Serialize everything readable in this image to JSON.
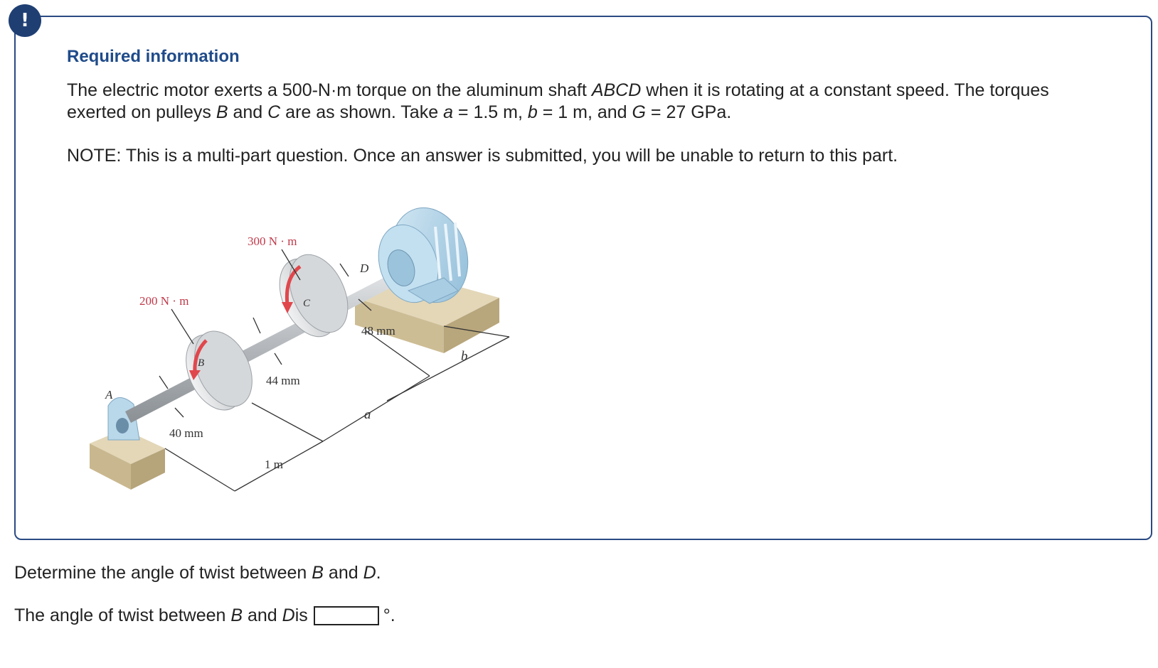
{
  "alert": {
    "icon": "exclamation-icon",
    "symbol": "!",
    "color": "#1f3f73"
  },
  "panel": {
    "heading": "Required information",
    "p1": {
      "s1": "The electric motor exerts a 500-N·m torque on the aluminum shaft ",
      "v1": "ABCD",
      "s2": " when it is rotating at a constant speed. The torques exerted on pulleys ",
      "v2": "B",
      "s3": " and ",
      "v3": "C",
      "s4": " are as shown. Take ",
      "v4": "a",
      "s5": " = 1.5 m, ",
      "v5": "b",
      "s6": " = 1 m, and ",
      "v6": "G",
      "s7": " = 27 GPa."
    },
    "note": "NOTE: This is a multi-part question. Once an answer is submitted, you will be unable to return to this part."
  },
  "figure": {
    "labels": {
      "torque_b": "200 N · m",
      "torque_c": "300 N · m",
      "point_a": "A",
      "point_b": "B",
      "point_c": "C",
      "point_d": "D",
      "dia_ab": "40 mm",
      "dia_bc": "44 mm",
      "dia_cd": "48 mm",
      "len_1": "1 m",
      "len_a": "a",
      "len_b": "b"
    },
    "colors": {
      "torque_arrow": "#e0474c",
      "shaft": "#b8bcc0",
      "motor": "#a9cde3",
      "base": "#d8c9a6"
    }
  },
  "question": {
    "s1": "Determine the angle of twist between ",
    "v1": "B",
    "s2": " and ",
    "v2": "D",
    "s3": "."
  },
  "answer": {
    "s1": "The angle of twist between ",
    "v1": "B",
    "s2": " and ",
    "v2": "D",
    "s3": " is",
    "value": "",
    "unit": "°."
  }
}
